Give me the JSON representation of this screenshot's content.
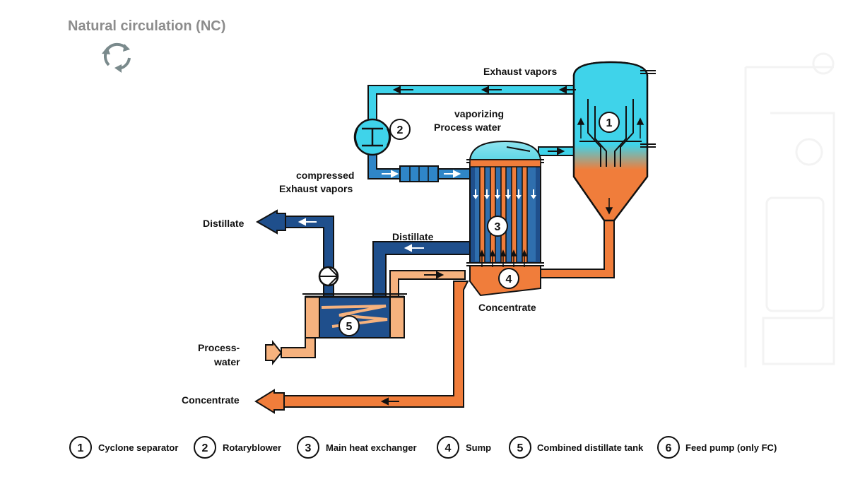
{
  "title": "Natural circulation (NC)",
  "labels": {
    "exhaust_vapors": "Exhaust vapors",
    "vaporizing": "vaporizing",
    "process_water_top": "Process water",
    "compressed": "compressed",
    "compressed_exhaust": "Exhaust vapors",
    "distillate_left": "Distillate",
    "distillate_pipe": "Distillate",
    "concentrate_right": "Concentrate",
    "process_water_1": "Process-",
    "process_water_2": "water",
    "concentrate_bottom": "Concentrate"
  },
  "markers": [
    "1",
    "2",
    "3",
    "4",
    "5"
  ],
  "legend": [
    {
      "num": "1",
      "label": "Cyclone separator"
    },
    {
      "num": "2",
      "label": "Rotaryblower"
    },
    {
      "num": "3",
      "label": "Main heat exchanger"
    },
    {
      "num": "4",
      "label": "Sump"
    },
    {
      "num": "5",
      "label": "Combined distillate tank"
    },
    {
      "num": "6",
      "label": "Feed pump (only FC)"
    }
  ],
  "colors": {
    "vapor": "#3fd3ea",
    "compressed_vapor": "#2f86c8",
    "distillate": "#1f4f8c",
    "process_water": "#f6b27e",
    "concentrate": "#f07d3b",
    "outline": "#111111",
    "title": "#8c8c8c"
  },
  "icons": [
    "cycle-icon"
  ]
}
